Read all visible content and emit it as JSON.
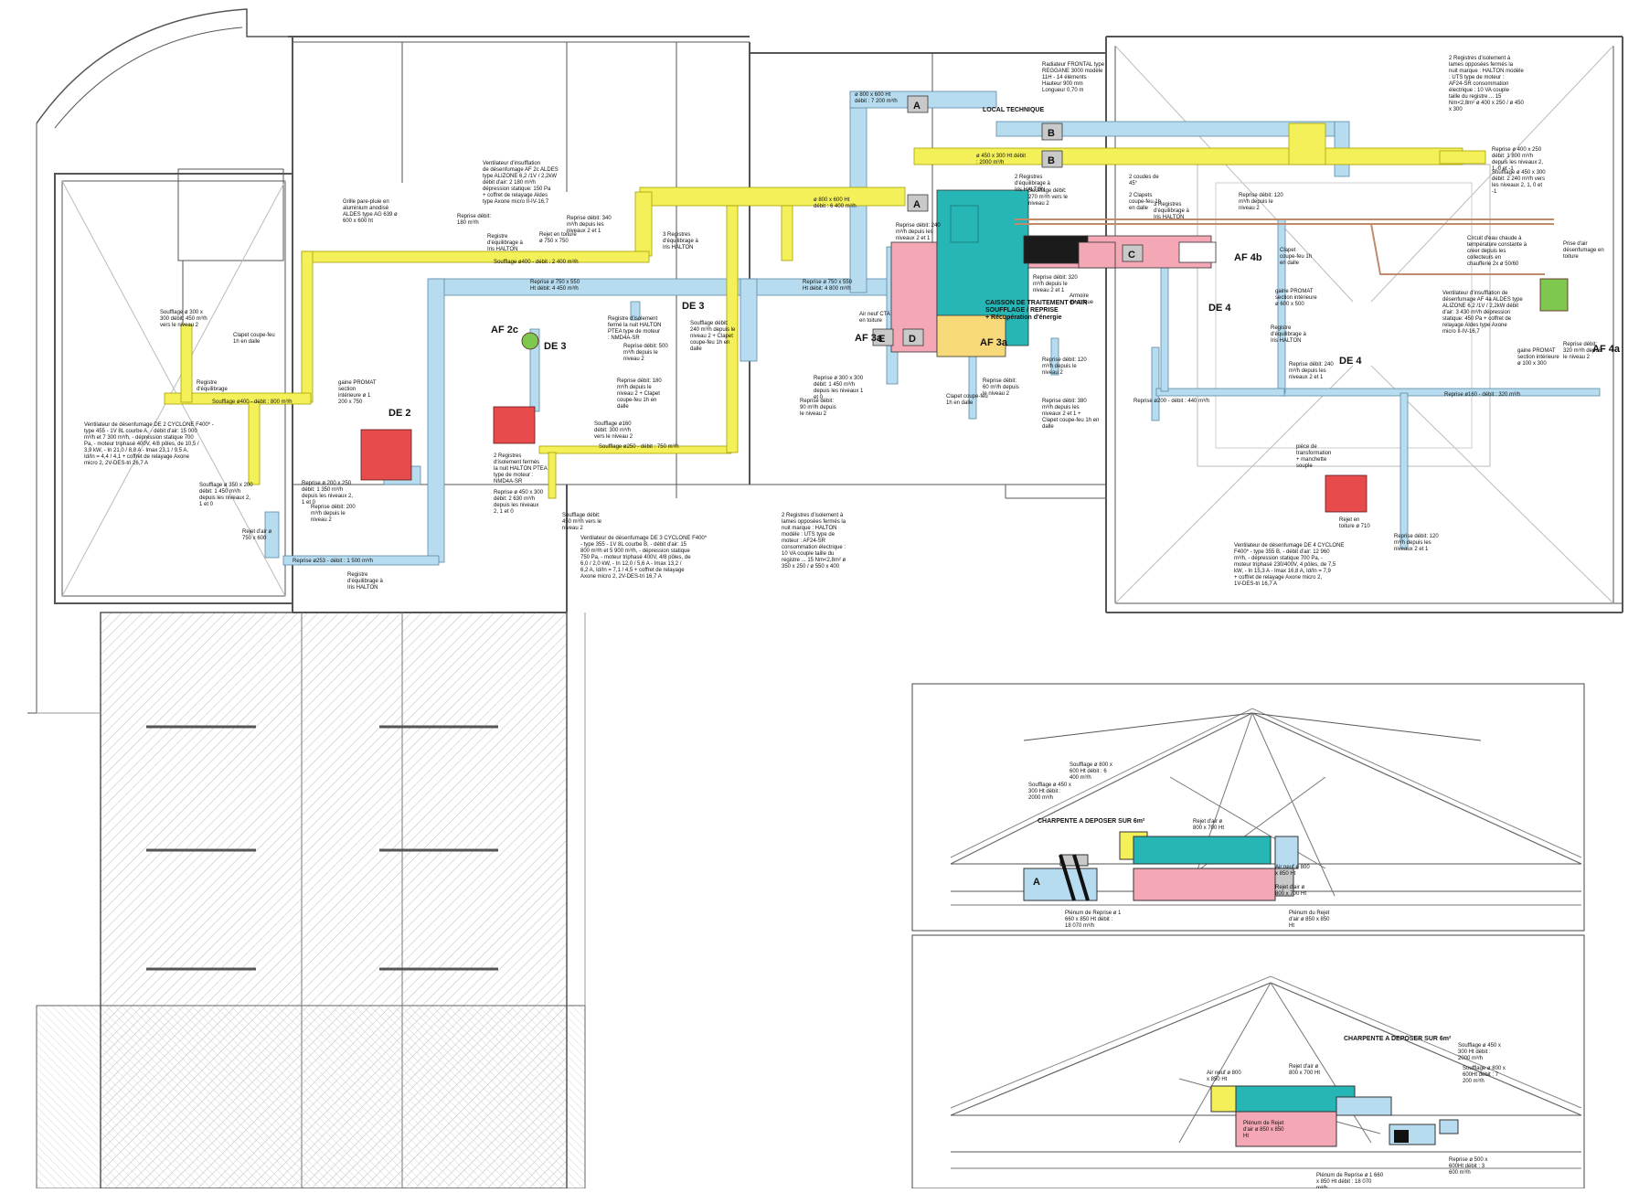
{
  "colors": {
    "supply": "#f4f05a",
    "return": "#b7dcef",
    "fresh_air": "#26b6b5",
    "exhaust": "#f4a7b4",
    "fan": "#e84b4b",
    "accent_d": "#f8d97a",
    "green_fan": "#7ec84f",
    "line": "#333333",
    "grid": "#9a9a9a"
  },
  "plan": {
    "local_technique": "LOCAL TECHNIQUE",
    "caisson_title": "CAISSON DE TRAITEMENT D'AIR",
    "caisson_sub": "SOUFFLAGE / REPRISE",
    "caisson_sub2": "+ Récupération d'énergie",
    "units": {
      "de2": "DE 2",
      "de3a": "DE 3",
      "de3b": "DE 3",
      "de4a": "DE 4",
      "de4b": "DE 4",
      "af2c": "AF 2c",
      "af3a": "AF 3a",
      "af4b": "AF 4b",
      "af4a": "AF 4a",
      "af3": "AF 3a"
    },
    "sections": {
      "a1": "A",
      "a2": "A",
      "b1": "B",
      "b2": "B",
      "c": "C",
      "d": "D",
      "e": "E"
    },
    "labels": {
      "grille": "Grille pare-pluie en aluminium anodisé ALDES type AG 639 ø 600 x 600 ht",
      "fan_af2c": "Ventilateur d'insufflation de désenfumage AF 2c ALDES type ALIZONE 6,2 /1V / 2,2kW débit d'air: 2 180 m³/h dépression statique: 150 Pa + coffret de relayage Aldes type Axone micro II-IV-16,7",
      "rejet_toiture": "Rejet en toiture ø 750 x 750",
      "reprise_180": "Reprise débit: 180 m³/h",
      "registre_eq": "Registre d'équilibrage à Iris HALTON",
      "reprise_340": "Reprise débit: 340 m³/h depuis les niveaux 2 et 1",
      "registres_3": "3 Registres d'équilibrage à Iris HALTON",
      "soufflage_400": "Soufflage ø400 - débit : 2 400 m³/h",
      "soufflage_300": "Soufflage ø 300 x 300 débit: 450 m³/h vers le niveau 2",
      "clapet_cf": "Clapet coupe-feu 1h en dalle",
      "registre_eq2": "Registre d'équilibrage",
      "soufflage_400b": "Soufflage ø400 - débit : 800 m³/h",
      "fan_de2": "Ventilateur de désenfumage DE 2 CYCLONE F400* - type 455 - 1V 8L courbe A, - débit d'air: 15 000 m³/h et 7 300 m³/h, - dépression statique 700 Pa, - moteur triphasé 400V, 4/8 pôles, de 10,5 / 3,9 kW, - In 21,0 / 8,8 A - Imax 23,1 / 9,5 A, Id/In = 4,4 / 4,1 + coffret de relayage Axone micro 2, 2V-DES-tri 26,7 A",
      "soufflage_350": "Soufflage ø 350 x 200 débit: 1 450 m³/h depuis les niveaux 2, 1 et 0",
      "reprise_1350": "Reprise ø 200 x 250 débit: 1 350 m³/h depuis les niveaux 2, 1 et 0",
      "reprise_200": "Reprise débit: 200 m³/h depuis le niveau 2",
      "rejet_750": "Rejet d'air ø 750 x 600",
      "gaine_promat": "gaine PROMAT section intérieure ø 1 200 x 750",
      "reprise_253": "Reprise ø253 - débit : 1 500 m³/h",
      "registre_iris": "Registre d'équilibrage à Iris HALTON",
      "registres_isol": "2 Registres d'isolement fermés la nuit HALTON PTEA type de moteur : NMD4A-SR",
      "reprise_450": "Reprise ø 450 x 300 débit: 2 630 m³/h depuis les niveaux 2, 1 et 0",
      "soufflage_450m": "Soufflage débit: 450 m³/h vers le niveau 2",
      "fan_de3": "Ventilateur de désenfumage DE 3 CYCLONE F400* - type 355 - 1V 8L courbe B, - débit d'air: 15 800 m³/h et 5 900 m³/h, - dépression statique 750 Pa, - moteur triphasé 400V, 4/8 pôles, de 6,0 / 2,0 kW, - In 12,0 / 5,6 A - Imax 13,2 / 6,2 A, Id/In = 7,1 / 4,5 + coffret de relayage Axone micro 2, 2V-DES-tri 16,7 A",
      "reprise_750": "Reprise ø 750 x 550 Ht débit: 4 450 m³/h",
      "registre_isol_halton": "Registre d'isolement fermé la nuit HALTON PTEA type de moteur : NMD4A-SR",
      "reprise_500": "Reprise débit: 500 m³/h depuis le niveau 2",
      "clapet_cf2": "Clapet coupe-feu 1h en dalle",
      "reprise_180b": "Reprise débit: 180 m³/h depuis le niveau 2 + Clapet coupe-feu 1h en dalle",
      "soufflage_160": "Soufflage ø160 débit: 300 m³/h vers le niveau 2",
      "soufflage_250": "Soufflage ø250 - débit : 750 m³/h",
      "soufflage_240": "Soufflage débit: 240 m³/h depuis le niveau 2 + Clapet coupe-feu 1h en dalle",
      "reprise_750b": "Reprise ø 750 x 550 Ht débit: 4 800 m³/h",
      "souf_800": "ø 800 x 600 Ht débit : 6 400 m³/h",
      "souf_800b": "ø 800 x 600 Ht débit : 7 200 m³/h",
      "reprise_240": "Reprise débit: 240 m³/h depuis les niveaux 2 et 1",
      "air_neuf": "Air neuf CTA en toiture",
      "reprise_300": "Reprise ø 300 x 300 débit: 1 450 m³/h depuis les niveaux 1 et 0",
      "reprise_90": "Reprise débit: 90 m³/h depuis le niveau 2",
      "registres_isol2": "2 Registres d'isolement à lames opposées fermés la nuit marque : HALTON modèle : UTS type de moteur : AF24-SR consommation électrique : 10 VA couple taille du registre ... 15 Nm<2,8m² ø 350 x 250 / ø 550 x 400",
      "reprise_60": "Reprise débit: 60 m³/h depuis le niveau 2",
      "clapet_cf3": "Clapet coupe-feu 1h en dalle",
      "radiateur": "Radiateur FRONTAL type REGGANE 3000 modèle 11H - 14 éléments Hauteur 900 mm Longueur 0,70 m",
      "registres_2": "2 Registres d'équilibrage à Iris HALTON",
      "souf_450": "ø 450 x 300 Ht débit : 2000 m³/h",
      "reprise_320": "Reprise débit: 320 m³/h depuis le niveau 2 et 1",
      "soufflage_270": "Soufflage débit: 270 m³/h vers le niveau 2",
      "armoire": "Armoire électrique",
      "reprise_120": "Reprise débit: 120 m³/h depuis le niveau 2",
      "reprise_380": "Reprise débit: 380 m³/h depuis les niveaux 2 et 1 + Clapet coupe-feu 1h en dalle",
      "clapets_2": "2 Clapets coupe-feu 1h en dalle",
      "coudes_45": "2 coudes de 45°",
      "registres_3b": "3 Registres d'équilibrage à Iris HALTON",
      "reprise_120b": "Reprise débit: 120 m³/h depuis le niveau 2",
      "clapet_cf4": "Clapet coupe-feu 1h en dalle",
      "gaine_promat4": "gaine PROMAT section intérieure ø 600 x 500",
      "registres_isol3": "2 Registres d'isolement à lames opposées fermés la nuit marque : HALTON modèle : UTS type de moteur : AF24-SR consommation électrique : 10 VA couple taille du registre ... 15 Nm<2,8m² ø 400 x 250 / ø 450 x 300",
      "reprise_400": "Reprise ø 400 x 250 débit: 1 800 m³/h depuis les niveaux 2, 1, 0 et -1",
      "soufflage_450c": "Soufflage ø 450 x 300 débit: 2 240 m³/h vers les niveaux 2, 1, 0 et -1",
      "circuit_eau": "Circuit d'eau chaude à température constante à créer depuis les collecteurs en chaufferie 2x ø 50/60",
      "prise_air": "Prise d'air désenfumage en toiture",
      "fan_af4a": "Ventilateur d'insufflation de désenfumage AF 4a ALDES type ALIZONE 6,2 /1V / 2,2kW débit d'air: 3 430 m³/h dépression statique: 450 Pa + coffret de relayage Aldes type Axone micro II-IV-16,7",
      "reprise_320b": "Reprise débit: 320 m³/h depuis le niveau 2",
      "reprise_240b": "Reprise débit: 240 m³/h depuis les niveaux 2 et 1",
      "registre_eq4": "Registre d'équilibrage à Iris HALTON",
      "piece_transfo": "pièce de transformation + manchette souple",
      "rejet_710": "Rejet en toiture ø 710",
      "fan_de4": "Ventilateur de désenfumage DE 4 CYCLONE F400* - type 355 B, - débit d'air: 12 960 m³/h, - dépression statique 700 Pa, - moteur triphasé 230/400V, 4 pôles, de 7,5 kW, - In 15,3 A - Imax 16,8 A, Id/In = 7,9 + coffret de relayage Axone micro 2, 1V-DES-tri 16,7 A",
      "reprise_120c": "Reprise débit: 120 m³/h depuis les niveaux 2 et 1",
      "reprise_200b": "Reprise ø200 - débit : 440 m³/h",
      "reprise_160": "Reprise ø160 - débit : 320 m³/h",
      "af_label_4a": "gaine PROMAT section intérieure ø 100 x 300"
    }
  },
  "sections_view": {
    "top": {
      "charpente": "CHARPENTE A DEPOSER SUR 6m²",
      "souf1": "Soufflage ø 450 x 300 Ht débit : 2000 m³/h",
      "souf2": "Soufflage ø 800 x 600 Ht débit : 6 400 m³/h",
      "rejet": "Rejet d'air ø 800 x 700 Ht",
      "air_neuf": "Air neuf ø 800 x 850 Ht",
      "rejet2": "Rejet d'air ø 800 x 700 Ht",
      "plenum": "Plénum de Reprise ø 1 660 x 850 Ht débit : 18 070 m³/h",
      "plenum2": "Plénum du Rejet d'air ø 850 x 850 Ht",
      "a": "A"
    },
    "bottom": {
      "charpente": "CHARPENTE A DEPOSER SUR 6m²",
      "souf1": "Soufflage ø 450 x 300 Ht débit : 2000 m³/h",
      "souf2": "Soufflage ø 800 x 600Ht débit : 7 200 m³/h",
      "air_neuf": "Air neuf ø 800 x 850 Ht",
      "rejet": "Rejet d'air ø 800 x 700 Ht",
      "plenum_rejet": "Plénum de Rejet d'air ø 850 x 850 Ht",
      "plenum": "Plénum de Reprise ø 1 660 x 850 Ht débit : 18 070 m³/h",
      "reprise": "Reprise ø 500 x 600Ht débit : 3 600 m³/h"
    }
  }
}
